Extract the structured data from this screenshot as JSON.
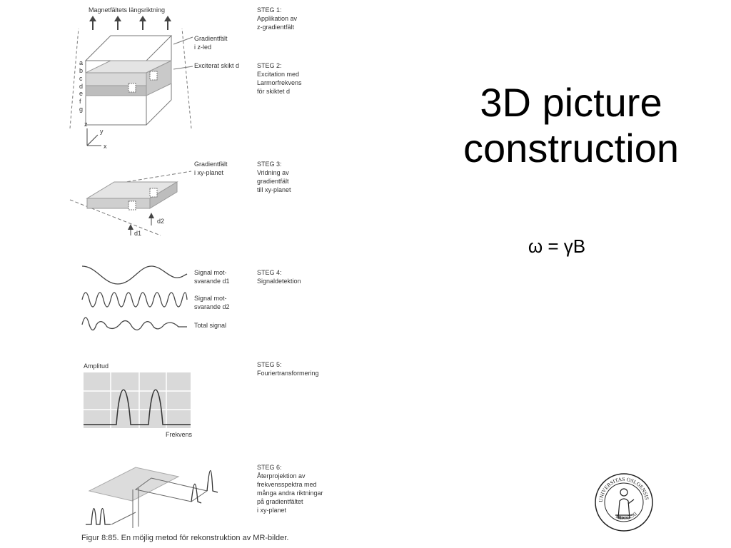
{
  "slide": {
    "title_line1": "3D picture",
    "title_line2": "construction",
    "formula": "ω = γB"
  },
  "figure": {
    "top_label": "Magnetfältets längsriktning",
    "gradient_z_1": "Gradientfält",
    "gradient_z_2": "i z-led",
    "excited_slice": "Exciterat skikt d",
    "slice_letters": [
      "a",
      "b",
      "c",
      "d",
      "e",
      "f",
      "g"
    ],
    "axis_z": "z",
    "axis_y": "y",
    "axis_x": "x",
    "gradient_xy_1": "Gradientfält",
    "gradient_xy_2": "i xy-planet",
    "d1": "d1",
    "d2": "d2",
    "signal_d1_1": "Signal mot-",
    "signal_d1_2": "svarande d1",
    "signal_d2_1": "Signal mot-",
    "signal_d2_2": "svarande d2",
    "total_signal": "Total signal",
    "amplitude": "Amplitud",
    "frequency": "Frekvens",
    "caption": "Figur 8:85. En möjlig metod för rekonstruktion av MR-bilder.",
    "steps": [
      {
        "lines": [
          "STEG 1:",
          "Applikation av",
          "z-gradientfält"
        ]
      },
      {
        "lines": [
          "STEG 2:",
          "Excitation med",
          "Larmorfrekvens",
          "för skiktet d"
        ]
      },
      {
        "lines": [
          "STEG 3:",
          "Vridning av",
          "gradientfält",
          "till xy-planet"
        ]
      },
      {
        "lines": [
          "STEG 4:",
          "Signaldetektion"
        ]
      },
      {
        "lines": [
          "STEG 5:",
          "Fouriertransformering"
        ]
      },
      {
        "lines": [
          "STEG 6:",
          "Återprojektion av",
          "frekvensspektra med",
          "många andra riktningar",
          "på gradientfältet",
          "i xy-planet"
        ]
      }
    ]
  },
  "logo": {
    "seal_text": "UNIVERSITAS OSLOENSIS",
    "seal_year": "MDCCCXI"
  }
}
